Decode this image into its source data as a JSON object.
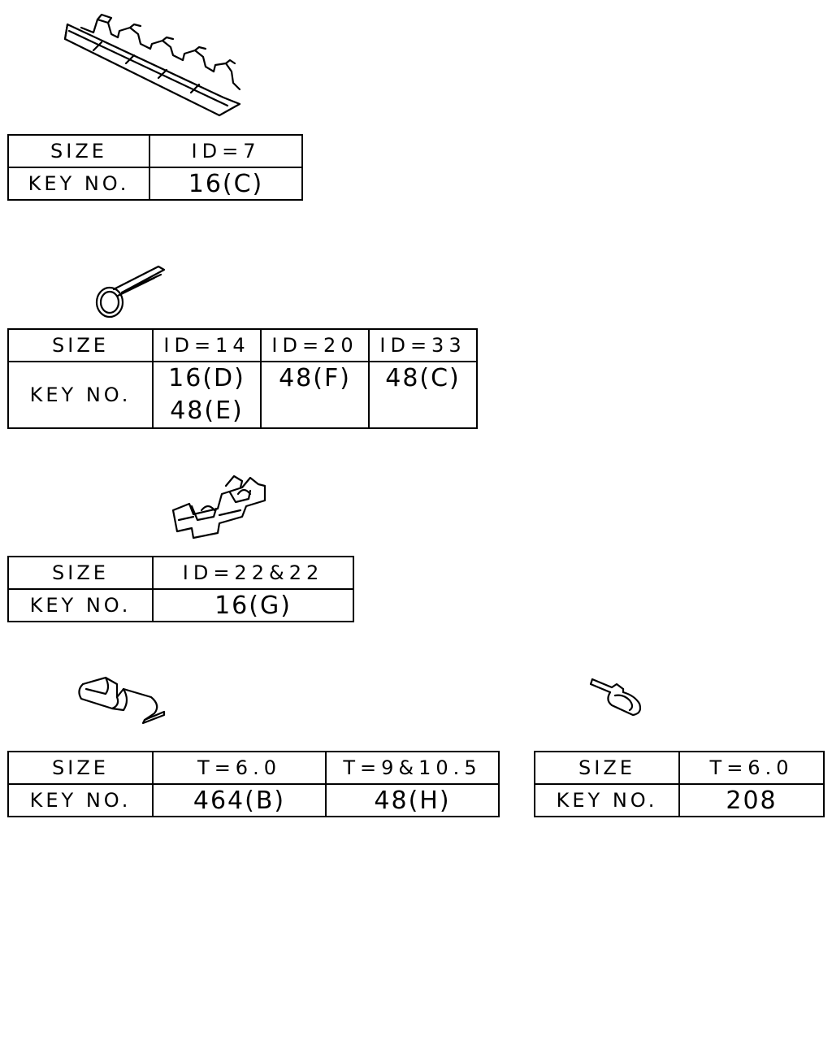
{
  "labels": {
    "size": "SIZE",
    "key_no": "KEY NO."
  },
  "table1": {
    "sizes": [
      "ID=7"
    ],
    "keys": [
      "16(C)"
    ]
  },
  "table2": {
    "sizes": [
      "ID=14",
      "ID=20",
      "ID=33"
    ],
    "keys": [
      [
        "16(D)",
        "48(E)"
      ],
      [
        "48(F)"
      ],
      [
        "48(C)"
      ]
    ]
  },
  "table3": {
    "sizes": [
      "ID=22&22"
    ],
    "keys": [
      "16(G)"
    ]
  },
  "table4": {
    "sizes": [
      "T=6.0",
      "T=9&10.5"
    ],
    "keys": [
      "464(B)",
      "48(H)"
    ]
  },
  "table5": {
    "sizes": [
      "T=6.0"
    ],
    "keys": [
      "208"
    ]
  }
}
